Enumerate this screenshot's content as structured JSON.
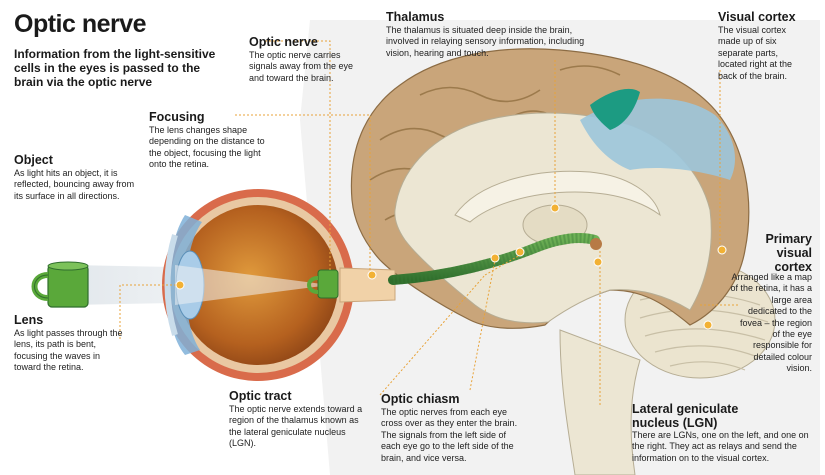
{
  "header": {
    "title": "Optic nerve",
    "subtitle": "Information from the light-sensitive cells in the eyes is passed to the brain via the optic nerve"
  },
  "labels": {
    "object": {
      "heading": "Object",
      "text": "As light hits an object, it is reflected, bouncing away from its surface in all directions."
    },
    "lens": {
      "heading": "Lens",
      "text": "As light passes through the lens, its path is bent, focusing the waves in toward the retina."
    },
    "focusing": {
      "heading": "Focusing",
      "text": "The lens changes shape depending on the distance to the object, focusing the light onto the retina."
    },
    "optic_nerve": {
      "heading": "Optic nerve",
      "text": "The optic nerve carries signals away from the eye and toward the brain."
    },
    "thalamus": {
      "heading": "Thalamus",
      "text": "The thalamus is situated deep inside the brain, involved in relaying sensory information, including vision, hearing and touch."
    },
    "visual_cortex": {
      "heading": "Visual cortex",
      "text": "The visual cortex made up of six separate parts, located right at the back of the brain."
    },
    "primary_visual_cortex": {
      "heading_1": "Primary",
      "heading_2": "visual",
      "heading_3": "cortex",
      "text": "Arranged like a map of the retina, it has a large area dedicated to the fovea – the region of the eye responsible for detailed colour vision."
    },
    "optic_tract": {
      "heading": "Optic tract",
      "text": "The optic nerve extends toward a region of the thalamus known as the lateral geniculate nucleus (LGN)."
    },
    "optic_chiasm": {
      "heading": "Optic chiasm",
      "text": "The optic nerves from each eye cross over as they enter the brain. The signals from the left side of each eye go to the left side of the brain, and vice versa."
    },
    "lgn": {
      "heading_1": "Lateral geniculate",
      "heading_2": "nucleus (LGN)",
      "text": "There are LGNs, one on the left, and one on the right. They act as relays and send the information on to the visual cortex."
    }
  },
  "colors": {
    "leader_line": "#e8a33a",
    "marker": "#f2b134",
    "cortex": "#c9a57a",
    "brain_inner": "#ece6d3",
    "visual_cortex_blue": "#9cc5da",
    "primary_cortex_teal": "#1c9b82",
    "optic_nerve_green": "#3f8a3a",
    "cup_green": "#5aa83a",
    "eye_wall": "#c85a3f",
    "eye_interior": "#b8621f"
  }
}
